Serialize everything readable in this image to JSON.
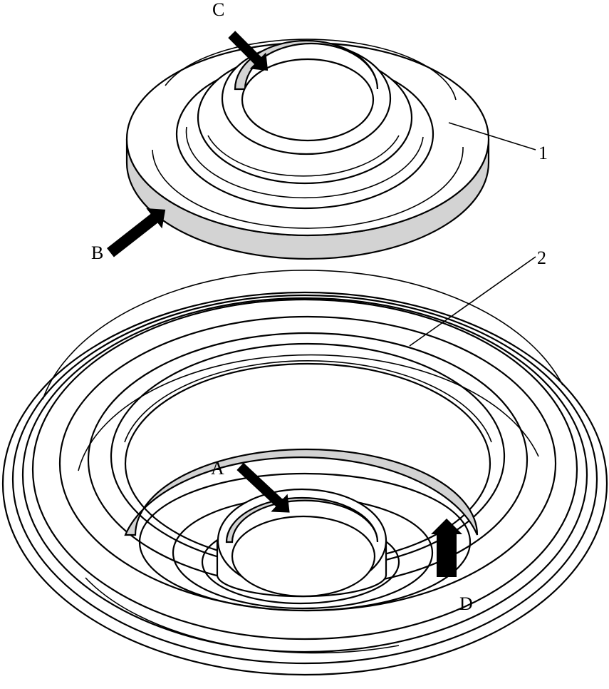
{
  "labels": {
    "part1": "1",
    "part2": "2",
    "arrowA": "A",
    "arrowB": "B",
    "arrowC": "C",
    "arrowD": "D"
  },
  "colors": {
    "line": "#000000",
    "background": "#ffffff",
    "shade": "#d3d3d3"
  }
}
